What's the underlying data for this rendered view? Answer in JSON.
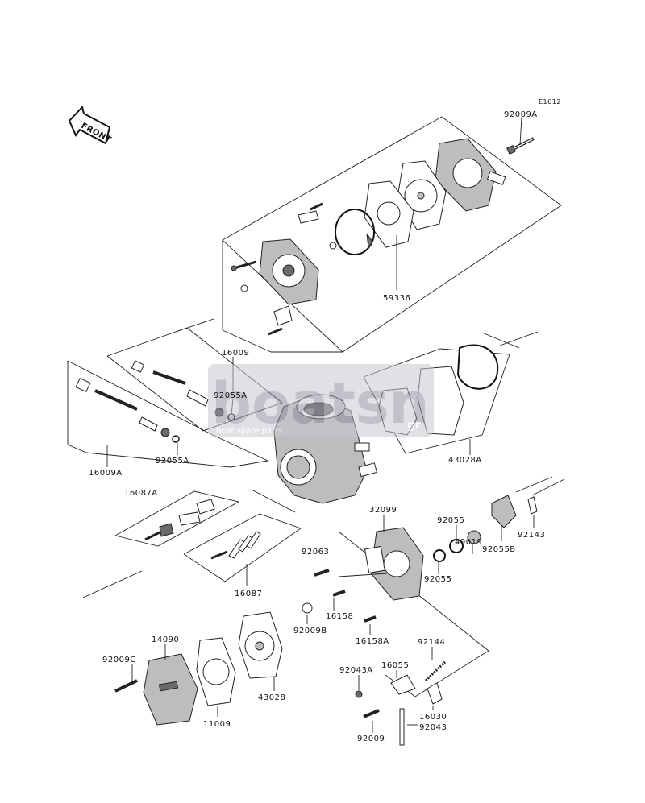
{
  "diagram_code": "E1612",
  "front_label": "FRONT",
  "watermark": {
    "brand": "boatsn",
    "sub": "boat spare parts",
    "tld": "gr"
  },
  "parts": {
    "p92009A": "92009A",
    "p59336": "59336",
    "p16009": "16009",
    "p92055A_top": "92055A",
    "p43028A": "43028A",
    "p16009A": "16009A",
    "p92055A_bot": "92055A",
    "p16087A": "16087A",
    "p32099": "32099",
    "p92055_top": "92055",
    "p92143": "92143",
    "p49019": "49019",
    "p92055B": "92055B",
    "p92063": "92063",
    "p92055_bot": "92055",
    "p16087": "16087",
    "p16158": "16158",
    "p92009B": "92009B",
    "p16158A": "16158A",
    "p14090": "14090",
    "p92144": "92144",
    "p92009C": "92009C",
    "p92043A": "92043A",
    "p16055": "16055",
    "p43028": "43028",
    "p16030": "16030",
    "p11009": "11009",
    "p92009": "92009",
    "p92043": "92043"
  }
}
